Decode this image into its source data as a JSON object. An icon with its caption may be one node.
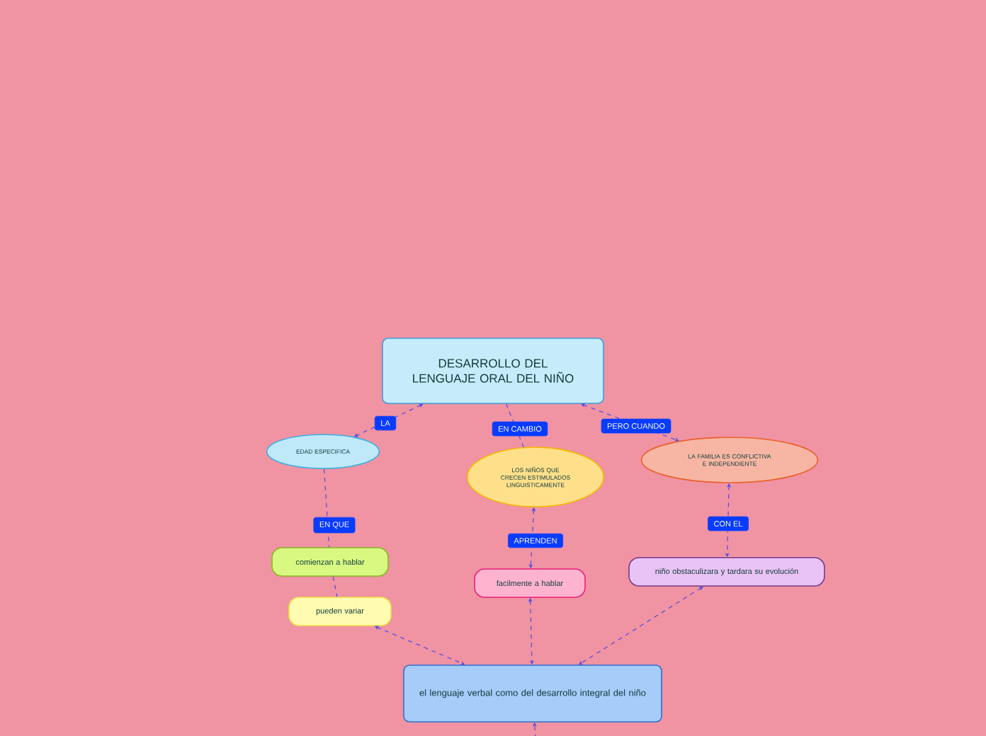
{
  "diagram": {
    "nodes": [
      {
        "text": [
          "DESARROLLO DEL LENGUAJE ORAL DEL NIÑO"
        ]
      },
      {
        "text": [
          "EDAD ESPECIFICA"
        ]
      },
      {
        "text": [
          "LOS NIÑOS QUE CRECEN ESTIMULADOS LINGUISTICAMENTE"
        ]
      },
      {
        "text": [
          "LA FAMILIA ES CONFLICTIVA E INDEPENDIENTE"
        ]
      },
      {
        "text": [
          "comienzan a hablar"
        ]
      },
      {
        "text": [
          "pueden variar"
        ]
      },
      {
        "text": [
          "facilmente a hablar"
        ]
      },
      {
        "text": [
          "niño obstaculizara y tardara su evolución"
        ]
      },
      {
        "text": [
          "el lenguaje verbal como del desarrollo integral del niño"
        ]
      }
    ],
    "edges": [
      {
        "from": 0,
        "to": 1,
        "arrow": "both",
        "label": "LA"
      },
      {
        "from": 0,
        "to": 2,
        "arrow": "none",
        "label": "EN CAMBIO"
      },
      {
        "from": 0,
        "to": 3,
        "arrow": "both",
        "label": "PERO CUANDO"
      },
      {
        "from": 1,
        "to": 4,
        "arrow": "none",
        "label": "EN QUE"
      },
      {
        "from": 4,
        "to": 5,
        "arrow": "none"
      },
      {
        "from": 2,
        "to": 6,
        "arrow": "both",
        "label": "APRENDEN"
      },
      {
        "from": 3,
        "to": 7,
        "arrow": "both",
        "label": "CON EL"
      },
      {
        "from": 5,
        "to": 8,
        "arrow": "both"
      },
      {
        "from": 6,
        "to": 8,
        "arrow": "both"
      },
      {
        "from": 7,
        "to": 8,
        "arrow": "both"
      },
      {
        "from": null,
        "to": 8,
        "arrow": "to"
      }
    ]
  }
}
